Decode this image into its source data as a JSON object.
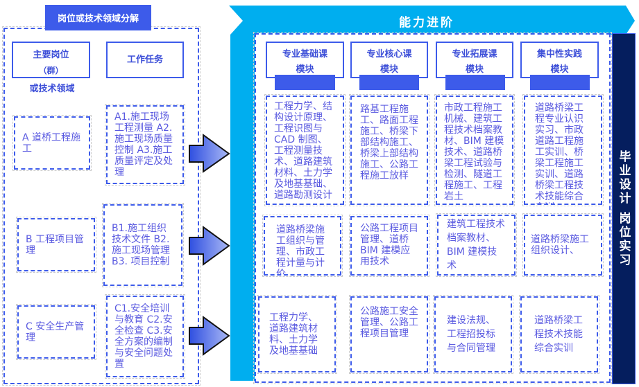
{
  "left": {
    "title": "岗位或技术领域分解",
    "header_post": "主要岗位",
    "header_post_sub": "（群）",
    "header_post_note": "或技术领域",
    "header_task": "工作任务",
    "rows": [
      {
        "post": "A 道桥工程施工",
        "tasks": "A1.施工现场工程测量 A2.施工现场质量控制 A3.施工质量评定及处理"
      },
      {
        "post": "B 工程项目管理",
        "tasks": "B1.施工组织技术文件 B2.施工现场管理 B3.  项目控制"
      },
      {
        "post": "C 安全生产管理",
        "tasks": "C1.安全培训与教育 C2.安全检查 C3.安全方案的编制与安全问题处置"
      }
    ]
  },
  "banner": {
    "title": "能力进阶"
  },
  "modules": [
    {
      "name": "专业基础课",
      "sub": "模块"
    },
    {
      "name": "专业核心课",
      "sub": "模块"
    },
    {
      "name": "专业拓展课",
      "sub": "模块"
    },
    {
      "name": "集中性实践",
      "sub": "模块"
    }
  ],
  "grid": [
    [
      "工程力学、结构设计原理、工程识图与CAD 制图、工程测量技术、道路建筑材料、土力学及地基基础、道路勘测设计",
      "路基工程施工、路面工程施工、桥梁下部结构施工、桥梁上部结构施工、公路工程施工放样",
      "市政工程施工机械、建筑工程技术档案教材、BIM 建模技术、道路桥梁工程试验与检测、隧道工程施工、工程岩土",
      "道路桥梁工程专业认识实习、市政道路工程施工实训、桥梁工程施工实训、道路桥梁工程技术技能综合实训"
    ],
    [
      "道路桥梁施工组织与管理、市政工程计量与计价",
      "公路工程项目管理、道桥 BIM 建模应用技术",
      "建筑工程技术档案教材、BIM 建模技术",
      "道路桥梁施工组织设计、"
    ],
    [
      "工程力学、道路建筑材料、土力学及地基基础",
      "公路施工安全管理、公路工程项目管理",
      "建设法规、工程招投标与合同管理",
      "道路桥梁工程技术技能综合实训"
    ]
  ],
  "right": {
    "title": "毕业设计 岗位实习"
  }
}
